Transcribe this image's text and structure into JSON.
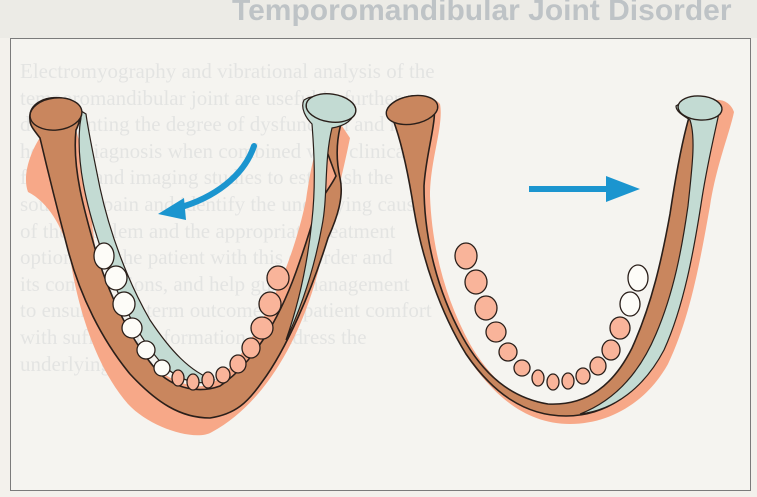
{
  "header": {
    "title": "Temporomandibular Joint Disorder"
  },
  "bleed_through_lines": [
    "Electromyography and vibrational analysis of the",
    "temporomandibular joint are useful in further",
    "documenting the degree of dysfunction and may",
    "help in diagnosis when combined with clinical",
    "findings and imaging studies to establish the",
    "source of pain and identify the underlying cause",
    "of the problem and the appropriate treatment",
    "options for the patient with this disorder and",
    "its complications, and help guide management",
    "to ensure long-term outcome and patient comfort",
    "with sufficient information to address the",
    "underlying cause."
  ],
  "diagram": {
    "panels": [
      {
        "id": "left",
        "arrow": "curved-left",
        "arrow_color": "#1b95cf"
      },
      {
        "id": "right",
        "arrow": "straight-right",
        "arrow_color": "#1b95cf"
      }
    ],
    "colors": {
      "pink": "#f7a888",
      "tan": "#c9865e",
      "mint": "#c3dbd3",
      "tooth_white": "#fdfcf8",
      "tooth_pink": "#f9b49a",
      "outline": "#2a1f1a"
    }
  }
}
